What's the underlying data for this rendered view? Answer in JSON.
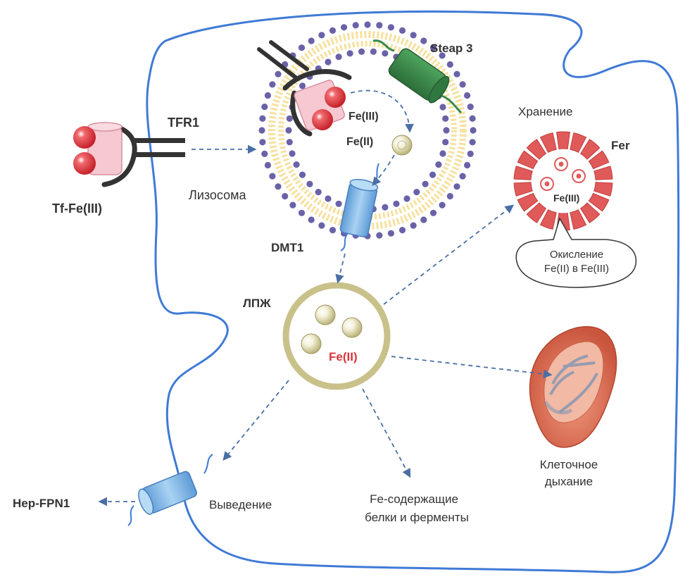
{
  "labels": {
    "tf_fe3": "Tf-Fe(III)",
    "tfr1": "TFR1",
    "lysosome": "Лизосома",
    "steap3": "Steap 3",
    "fe3_lysosome": "Fe(III)",
    "fe2_lysosome": "Fe(II)",
    "dmt1": "DMT1",
    "lip": "ЛПЖ",
    "fe2_lip": "Fe(II)",
    "storage": "Хранение",
    "fer": "Fer",
    "fe3_ferritin": "Fe(III)",
    "oxidation_line1": "Окисление",
    "oxidation_line2": "Fe(II) в Fe(III)",
    "respiration_line1": "Клеточное",
    "respiration_line2": "дыхание",
    "proteins_line1": "Fe-содержащие",
    "proteins_line2": "белки и ферменты",
    "export": "Выведение",
    "hep_fpn1": "Hep-FPN1"
  },
  "colors": {
    "membrane": "#3f7ad6",
    "arrow": "#4a6fa5",
    "iron_red": "#e0383e",
    "ferritin_red": "#e05a5a",
    "lip_ring": "#c9c18a",
    "dmt1_blue": "#8fc0e8",
    "steap_green": "#3a8a4a",
    "phospholipid_head": "#6a62a8",
    "fe2_text": "#d9343b"
  }
}
